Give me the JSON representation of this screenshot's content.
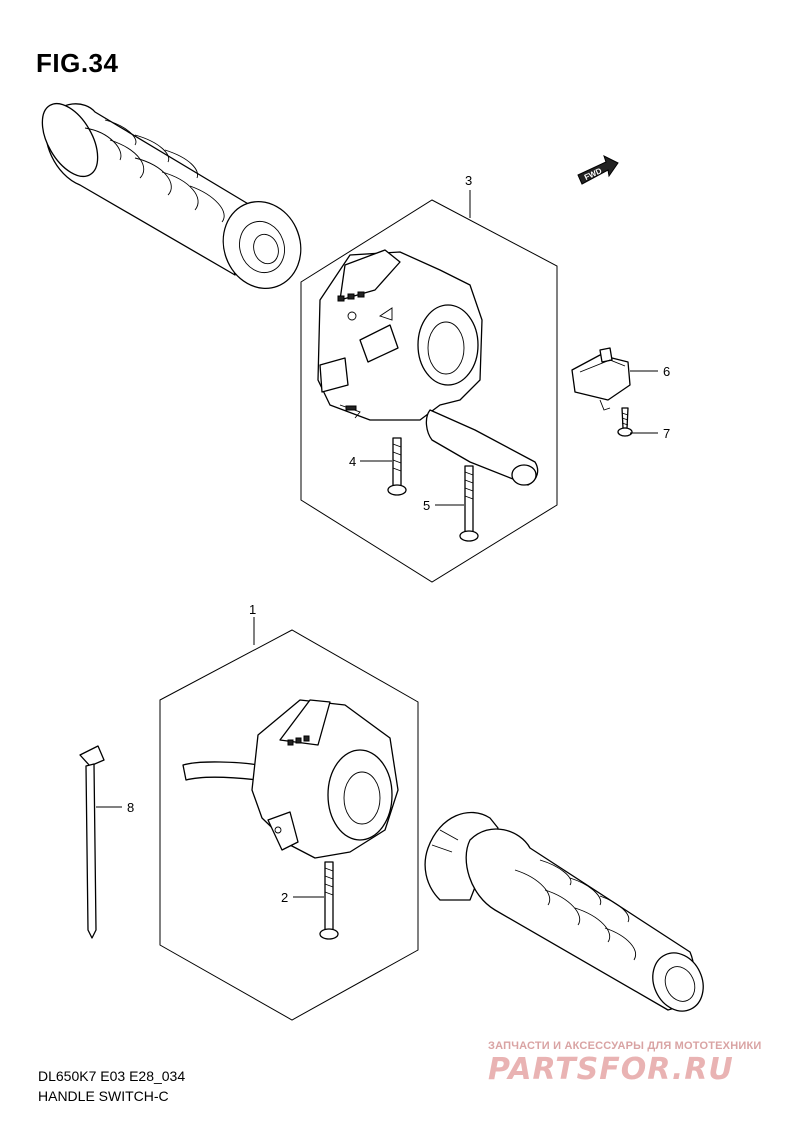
{
  "figure": {
    "title": "FIG.34"
  },
  "callouts": [
    {
      "id": "1",
      "label": "1"
    },
    {
      "id": "2",
      "label": "2"
    },
    {
      "id": "3",
      "label": "3"
    },
    {
      "id": "4",
      "label": "4"
    },
    {
      "id": "5",
      "label": "5"
    },
    {
      "id": "6",
      "label": "6"
    },
    {
      "id": "7",
      "label": "7"
    },
    {
      "id": "8",
      "label": "8"
    }
  ],
  "direction_badge": {
    "label": "FWD"
  },
  "footer": {
    "model_code": "DL650K7 E03 E28_034",
    "diagram_name": "HANDLE SWITCH-C"
  },
  "watermark": {
    "caption": "ЗАПЧАСТИ И АКСЕССУАРЫ ДЛЯ МОТОТЕХНИКИ",
    "logo": "PARTSFOR.RU"
  },
  "icons": [
    "fwd-arrow-icon"
  ]
}
